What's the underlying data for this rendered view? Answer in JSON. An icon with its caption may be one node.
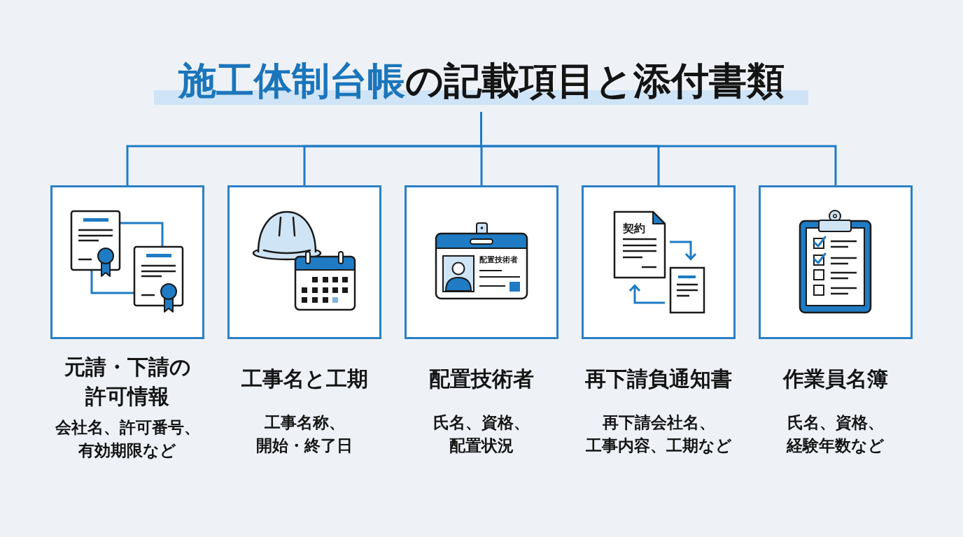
{
  "diagram": {
    "nodes": [
      {
        "text": [
          "施工体制台帳",
          "の記載項目と添付書類"
        ]
      },
      {
        "text": [
          "元請・下請の許可情報",
          "会社名、許可番号、有効期限など"
        ]
      },
      {
        "text": [
          "工事名と工期",
          "工事名称、開始・終了日"
        ]
      },
      {
        "text": [
          "配置技術者",
          "氏名、資格、配置状況"
        ]
      },
      {
        "text": [
          "再下請負通知書",
          "再下請会社名、工事内容、工期など"
        ]
      },
      {
        "text": [
          "作業員名簿",
          "氏名、資格、経験年数など"
        ]
      }
    ],
    "edges": [
      {
        "from": 0,
        "to": 1,
        "arrow": "none"
      },
      {
        "from": 0,
        "to": 2,
        "arrow": "none"
      },
      {
        "from": 0,
        "to": 3,
        "arrow": "none"
      },
      {
        "from": 0,
        "to": 4,
        "arrow": "none"
      },
      {
        "from": 0,
        "to": 5,
        "arrow": "none"
      }
    ],
    "labels": [
      "配置技術者",
      "契約"
    ]
  }
}
